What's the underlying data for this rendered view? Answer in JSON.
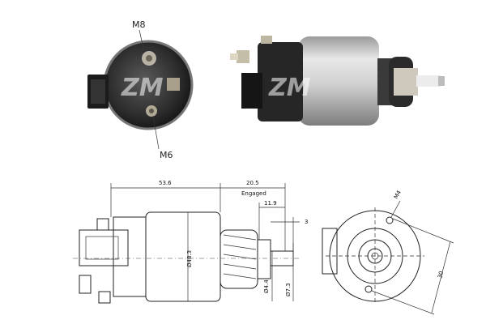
{
  "photo_callouts": {
    "m8": "M8",
    "m6": "M6"
  },
  "watermark": {
    "text_left": "ZM",
    "text_right": "ZM"
  },
  "dimensions": {
    "body_length": "53.6",
    "plunger_length": "20.5",
    "engaged_label": "Engaged",
    "gap_small": "11.9",
    "gap_tiny": "3",
    "body_diameter": "Ø48.3",
    "plunger_diameter": "Ø4.4",
    "tip_diameter": "Ø7.3",
    "mount_thread": "M4",
    "mount_spacing": "30"
  },
  "colors": {
    "body_silver": "#c9c9c9",
    "connector_black": "#1e1e1e",
    "line": "#222222"
  }
}
